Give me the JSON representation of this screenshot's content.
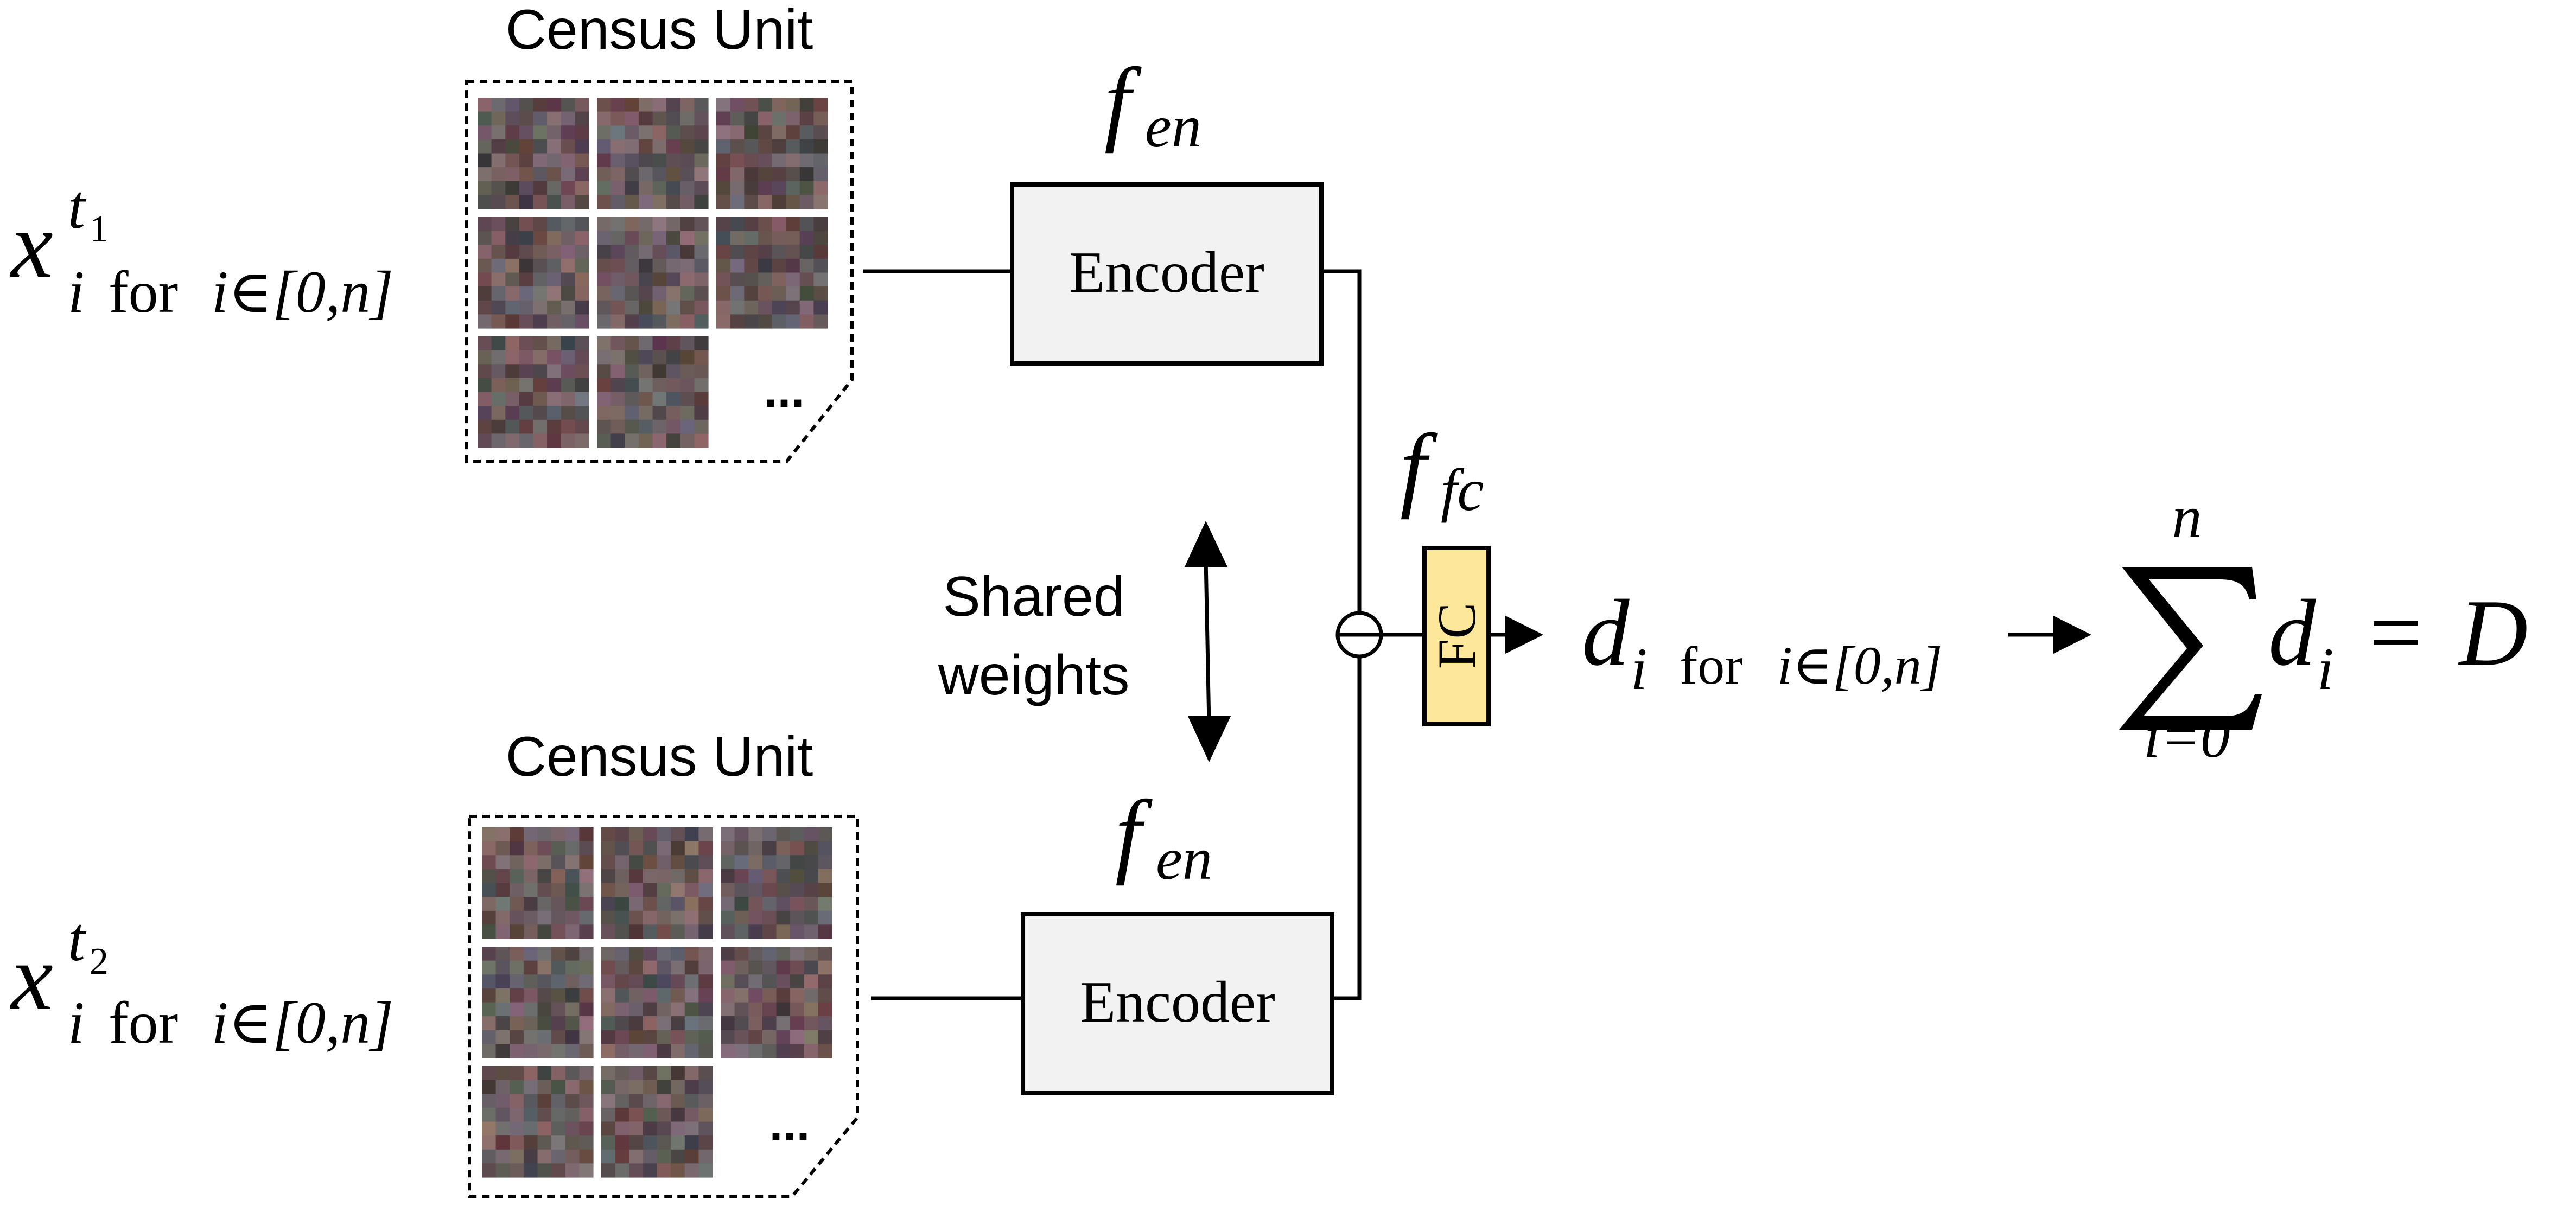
{
  "top_group": {
    "title": "Census Unit",
    "input_var": "x",
    "input_sup": "t",
    "input_sup_sub": "1",
    "input_sub_i": "i",
    "input_sub_for": "for",
    "input_sub_range": "i∈[0,n]",
    "ellipsis": "...",
    "encoder_label": "Encoder",
    "fn_name": "f",
    "fn_sub": "en"
  },
  "bottom_group": {
    "title": "Census Unit",
    "input_var": "x",
    "input_sup": "t",
    "input_sup_sub": "2",
    "input_sub_i": "i",
    "input_sub_for": "for",
    "input_sub_range": "i∈[0,n]",
    "ellipsis": "...",
    "encoder_label": "Encoder",
    "fn_name": "f",
    "fn_sub": "en"
  },
  "shared": {
    "line1": "Shared",
    "line2": "weights"
  },
  "fc": {
    "label": "FC",
    "fn_name": "f",
    "fn_sub": "fc",
    "fill": "#fde79a"
  },
  "output": {
    "var": "d",
    "sub_i": "i",
    "sub_for": "for",
    "sub_range": "i∈[0,n]"
  },
  "sum": {
    "upper": "n",
    "lower": "i=0",
    "term_var": "d",
    "term_sub": "i",
    "equals": "=",
    "result": "D"
  },
  "colors": {
    "encoder_fill": "#f2f2f2",
    "stroke": "#000000",
    "fc_fill": "#fde79a"
  }
}
